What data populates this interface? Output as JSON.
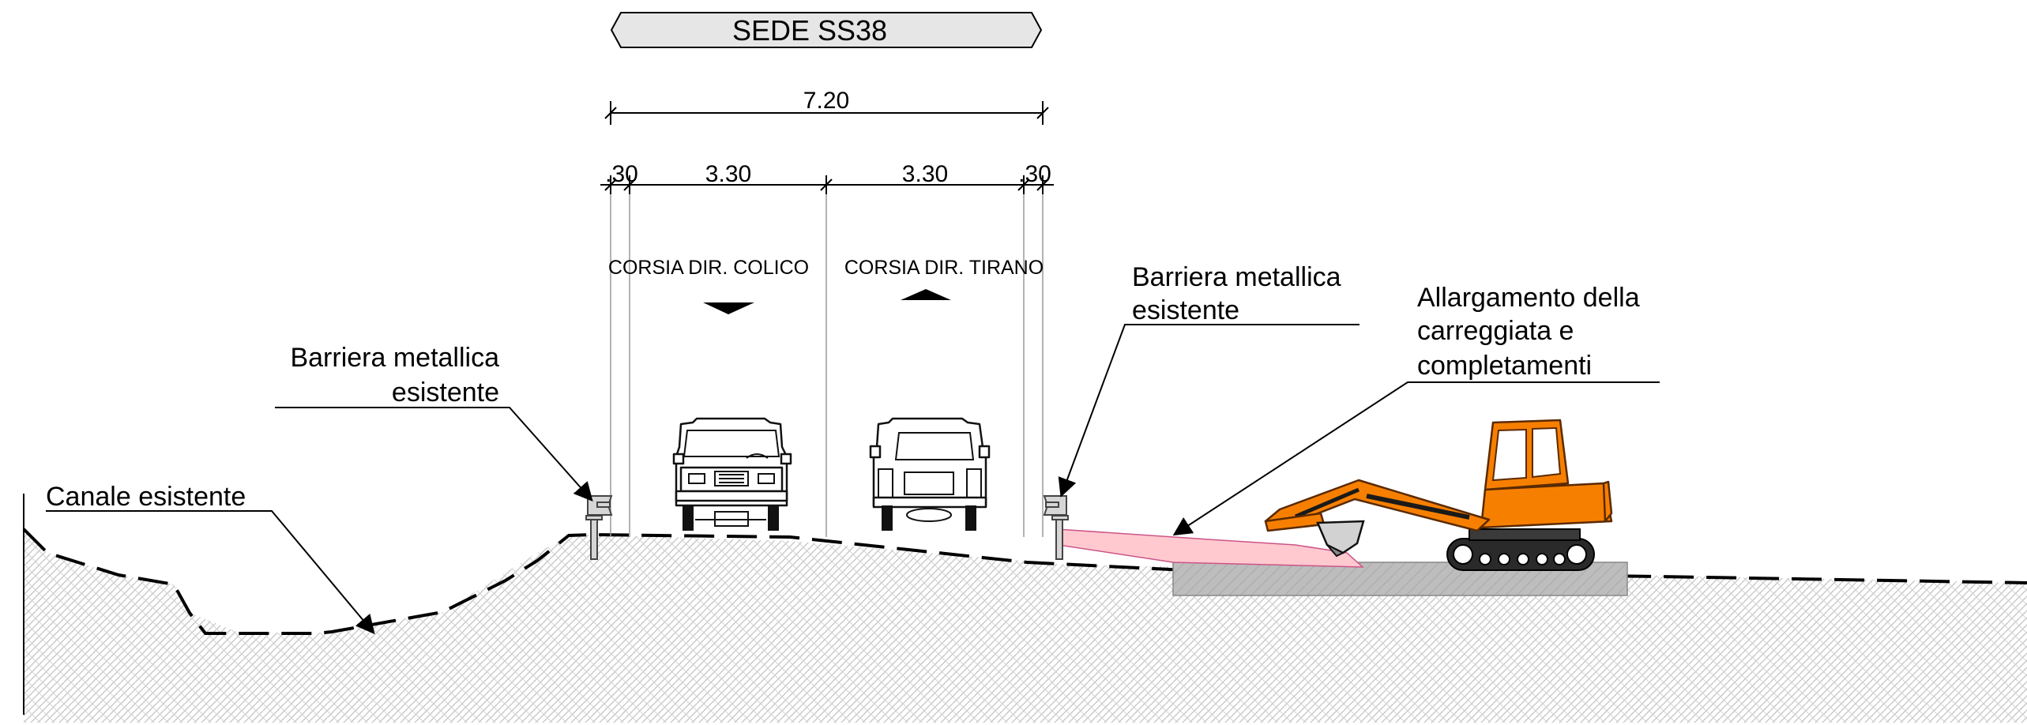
{
  "title": "SEDE SS38",
  "dimensions": {
    "total": "7.20",
    "left_shoulder": ".30",
    "lane_left": "3.30",
    "lane_right": "3.30",
    "right_shoulder": ".30"
  },
  "lanes": {
    "left": "CORSIA DIR. COLICO",
    "right": "CORSIA DIR. TIRANO"
  },
  "annotations": {
    "barrier_left_line1": "Barriera metallica",
    "barrier_left_line2": "esistente",
    "barrier_right_line1": "Barriera metallica",
    "barrier_right_line2": "esistente",
    "widening_line1": "Allargamento della",
    "widening_line2": "carreggiata e",
    "widening_line3": "completamenti",
    "canal": "Canale esistente"
  },
  "colors": {
    "widening_fill": "#ffc9cf",
    "excavator": "#f77f00",
    "new_layer": "#bdbdbd",
    "hatch": "#bfbfbf"
  }
}
